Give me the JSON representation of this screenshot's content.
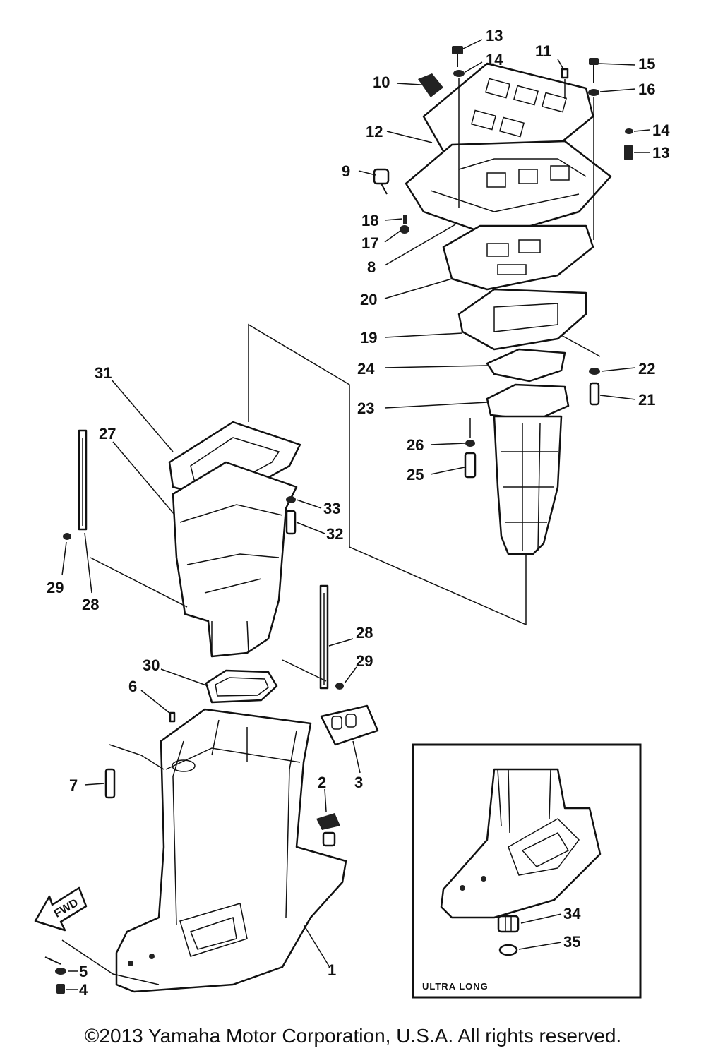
{
  "diagram": {
    "callouts": {
      "c1": "1",
      "c2": "2",
      "c3": "3",
      "c4": "4",
      "c5": "5",
      "c6": "6",
      "c7": "7",
      "c8": "8",
      "c9": "9",
      "c10": "10",
      "c11": "11",
      "c12": "12",
      "c13a": "13",
      "c13b": "13",
      "c14a": "14",
      "c14b": "14",
      "c15": "15",
      "c16": "16",
      "c17": "17",
      "c18": "18",
      "c19": "19",
      "c20": "20",
      "c21": "21",
      "c22": "22",
      "c23": "23",
      "c24": "24",
      "c25": "25",
      "c26": "26",
      "c27": "27",
      "c28a": "28",
      "c28b": "28",
      "c29a": "29",
      "c29b": "29",
      "c30": "30",
      "c31": "31",
      "c32": "32",
      "c33": "33",
      "c34": "34",
      "c35": "35"
    },
    "inset_label": "ULTRA LONG",
    "fwd_label": "FWD"
  },
  "footer": {
    "copyright": "©2013 Yamaha Motor Corporation, U.S.A. All rights reserved."
  }
}
